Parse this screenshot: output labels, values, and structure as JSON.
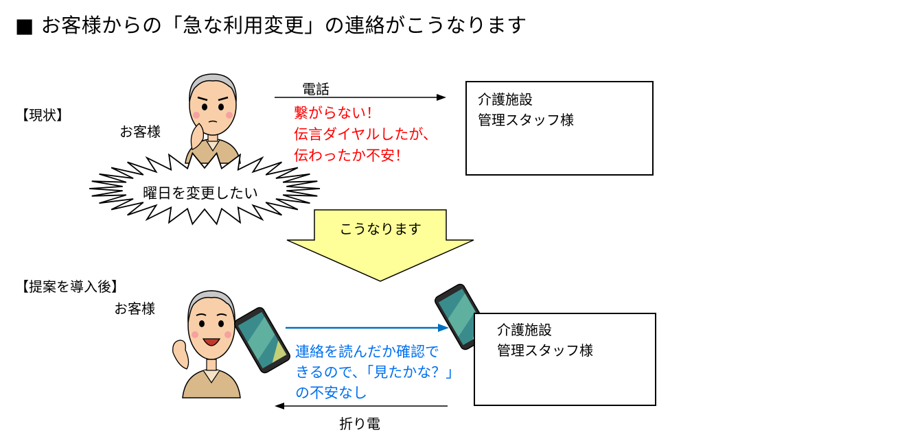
{
  "title": "■ お客様からの「急な利用変更」の連絡がこうなります",
  "current": {
    "section_label": "【現状】",
    "customer_label": "お客様",
    "speech": "曜日を変更したい",
    "arrow_label": "電話",
    "problem_lines": [
      "繋がらない！",
      "伝言ダイヤルしたが、",
      "伝わったか不安！"
    ],
    "facility_lines": [
      "介護施設",
      "管理スタッフ様"
    ]
  },
  "transition": {
    "label": "こうなります"
  },
  "proposed": {
    "section_label": "【提案を導入後】",
    "customer_label": "お客様",
    "benefit_lines": [
      "連絡を読んだか確認で",
      "きるので、「見たかな？」",
      "の不安なし"
    ],
    "callback_label": "折り電",
    "facility_lines": [
      "介護施設",
      "管理スタッフ様"
    ]
  },
  "colors": {
    "problem_text": "#ff0000",
    "benefit_text": "#0070f0",
    "arrow_fill": "#ffff99",
    "flow_arrow_blue": "#0070c0"
  }
}
